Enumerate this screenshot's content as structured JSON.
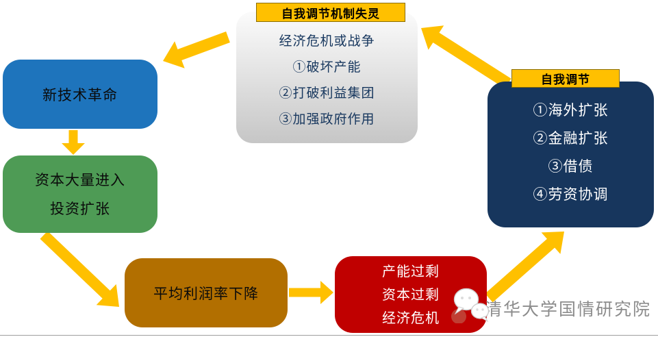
{
  "colors": {
    "arrow": "#FFC000",
    "label_bg": "#FFC000",
    "new_tech": "#1E74BC",
    "capital": "#4E9B55",
    "profit": "#B26F00",
    "crisis": "#C00000",
    "self_adjust": "#17365D",
    "failure_bg": "#D9D9D9",
    "watermark": "#8C8C8C"
  },
  "failure": {
    "label": "自我调节机制失灵",
    "heading": "经济危机或战争",
    "items": [
      "①破坏产能",
      "②打破利益集团",
      "③加强政府作用"
    ]
  },
  "new_tech": {
    "label": "新技术革命"
  },
  "capital": {
    "lines": [
      "资本大量进入",
      "投资扩张"
    ]
  },
  "profit": {
    "label": "平均利润率下降"
  },
  "crisis": {
    "lines": [
      "产能过剩",
      "资本过剩",
      "经济危机"
    ]
  },
  "self_adjust": {
    "label": "自我调节",
    "items": [
      "①海外扩张",
      "②金融扩张",
      "③借债",
      "④劳资协调"
    ]
  },
  "watermark": {
    "text": "清华大学国情研究院"
  }
}
